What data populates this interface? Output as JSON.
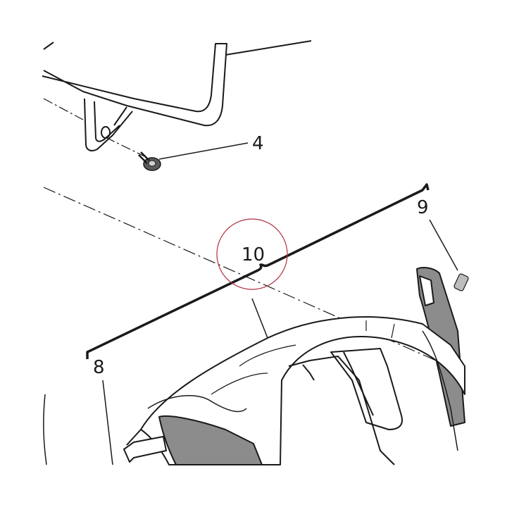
{
  "diagram": {
    "callouts": [
      {
        "id": "part-4",
        "label": "4"
      },
      {
        "id": "part-8",
        "label": "8"
      },
      {
        "id": "part-9",
        "label": "9"
      },
      {
        "id": "part-10",
        "label": "10"
      }
    ],
    "highlight_color": "#b03040",
    "line_color": "#1a1a1a",
    "shade_color": "#8c8c8c"
  }
}
